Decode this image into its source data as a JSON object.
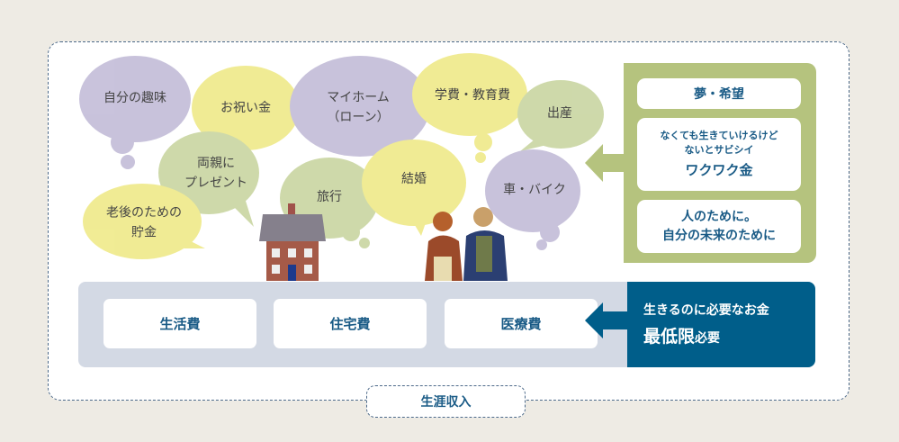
{
  "wishes": [
    {
      "label": "自分の趣味",
      "color": "purple"
    },
    {
      "label": "お祝い金",
      "color": "yellow"
    },
    {
      "label": "マイホーム\n（ローン）",
      "line1": "マイホーム",
      "line2": "（ローン）",
      "color": "purple"
    },
    {
      "label": "学費・教育費",
      "color": "yellow"
    },
    {
      "label": "出産",
      "color": "green"
    },
    {
      "line1": "両親に",
      "line2": "プレゼント",
      "color": "green"
    },
    {
      "label": "旅行",
      "color": "green"
    },
    {
      "label": "結婚",
      "color": "yellow"
    },
    {
      "label": "車・バイク",
      "color": "purple"
    },
    {
      "line1": "老後のための",
      "line2": "貯金",
      "color": "yellow"
    }
  ],
  "dream_panel": {
    "title": "夢・希望",
    "desc_line1": "なくても生きていけるけど",
    "desc_line2": "ないとサビシイ",
    "desc_emph": "ワクワク金",
    "purpose_line1": "人のために。",
    "purpose_line2": "自分の未来のために"
  },
  "essentials": {
    "items": [
      "生活費",
      "住宅費",
      "医療費"
    ],
    "note_line1": "生きるのに必要なお金",
    "note_emph": "最低限",
    "note_suffix": "必要"
  },
  "footer_label": "生涯収入",
  "colors": {
    "purple": "#c3bdd8",
    "yellow": "#efe983",
    "green": "#c6d49b",
    "navy": "#005e8a",
    "olive": "#b5c37e"
  }
}
